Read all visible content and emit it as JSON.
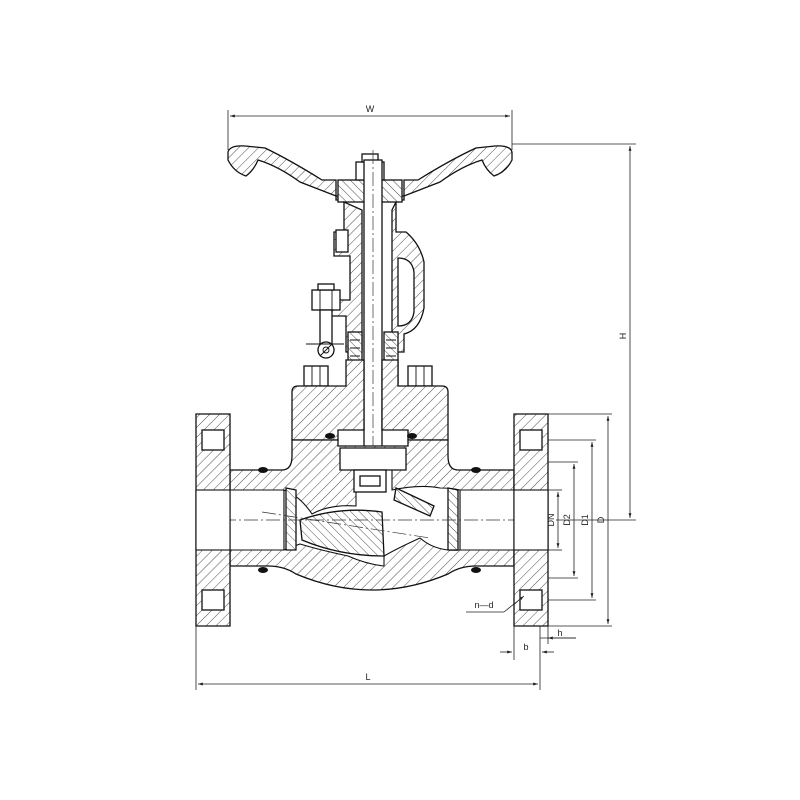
{
  "drawing": {
    "dimensions": {
      "w": "W",
      "h": "H",
      "l": "L",
      "dn": "DN",
      "d2": "D2",
      "d1": "D1",
      "d": "D",
      "b": "b",
      "h_small": "h",
      "nd": "n—d"
    }
  }
}
